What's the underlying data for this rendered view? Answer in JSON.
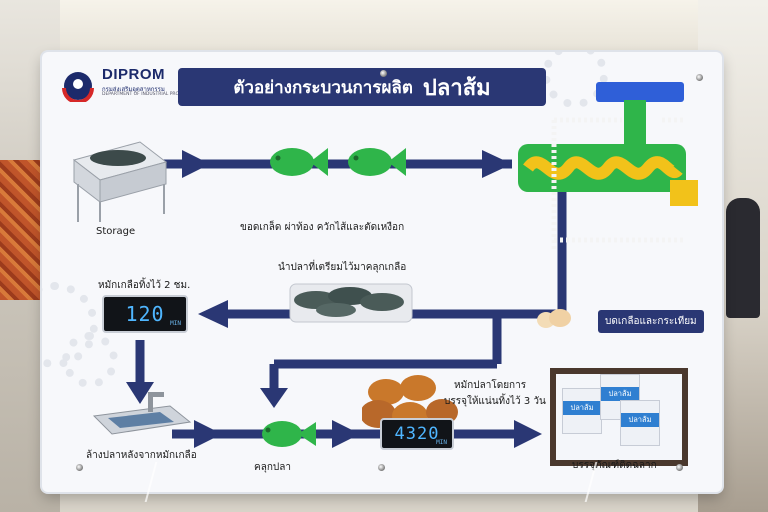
{
  "board": {
    "logo_name": "DIPROM",
    "logo_sub": "กรมส่งเสริมอุตสาหกรรม",
    "logo_sub2": "DEPARTMENT OF INDUSTRIAL PROMOTION",
    "title_prefix": "ตัวอย่างกระบวนการผลิต",
    "title_main": "ปลาส้ม"
  },
  "labels": {
    "storage": "Storage",
    "scale_gut": "ขอดเกล็ด ผ่าท้อง ควักไส้และตัดเหงือก",
    "prep_salt": "นำปลาที่เตรียมไว้มาคลุกเกลือ",
    "salt_hours": "หมักเกลือทิ้งไว้ 2 ชม.",
    "grind": "บดเกลือและกระเทียม",
    "wash": "ล้างปลาหลังจากหมักเกลือ",
    "mix": "คลุกปลา",
    "ferment_1": "หมักปลาโดยการ",
    "ferment_2": "บรรจุให้แน่นทิ้งไว้ 3 วัน",
    "pack": "บรรจุภัณฑ์ติดฉลาก"
  },
  "timers": {
    "t1_value": "120",
    "t1_unit": "MIN",
    "t2_value": "4320",
    "t2_unit": "MIN"
  },
  "packages": {
    "label": "ปลาส้ม"
  },
  "colors": {
    "navy": "#2a3774",
    "green": "#2fb54a",
    "yellow": "#f2c21a",
    "blue": "#2f5fd8",
    "orange": "#c9782b"
  }
}
